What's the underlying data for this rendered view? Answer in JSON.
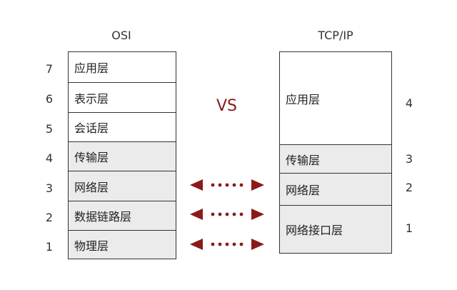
{
  "osi": {
    "heading": "OSI",
    "layers": [
      {
        "num": "7",
        "label": "应用层"
      },
      {
        "num": "6",
        "label": "表示层"
      },
      {
        "num": "5",
        "label": "会话层"
      },
      {
        "num": "4",
        "label": "传输层"
      },
      {
        "num": "3",
        "label": "网络层"
      },
      {
        "num": "2",
        "label": "数据链路层"
      },
      {
        "num": "1",
        "label": "物理层"
      }
    ]
  },
  "tcpip": {
    "heading": "TCP/IP",
    "layers": [
      {
        "num": "4",
        "label": "应用层"
      },
      {
        "num": "3",
        "label": "传输层"
      },
      {
        "num": "2",
        "label": "网络层"
      },
      {
        "num": "1",
        "label": "网络接口层"
      }
    ]
  },
  "vs_label": "VS",
  "colors": {
    "arrow": "#8b1a1a",
    "shaded": "#ebebeb"
  }
}
